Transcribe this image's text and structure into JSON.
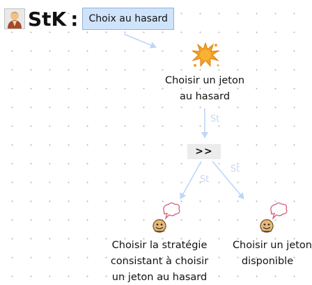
{
  "header": {
    "app_name": "StK",
    "separator": ":",
    "task_title": "Choix au hasard"
  },
  "nodes": {
    "root": {
      "line1": "Choisir un jeton",
      "line2": "au hasard",
      "icon": "splash-icon"
    },
    "sequence": {
      "label": ">>"
    },
    "left_child": {
      "line1": "Choisir la stratégie",
      "line2": "consistant à choisir",
      "line3": "un jeton au hasard",
      "icon": "speaking-face-icon"
    },
    "right_child": {
      "line1": "Choisir un jeton",
      "line2": "disponible",
      "icon": "speaking-face-icon"
    }
  },
  "ghost_labels": [
    "St",
    "St",
    "St"
  ],
  "colors": {
    "arrow": "#bcd7f7",
    "title_box": "#cfe3fb",
    "splash": "#f5a11c",
    "face": "#e8b878",
    "bubble_stroke": "#d45b7a"
  }
}
